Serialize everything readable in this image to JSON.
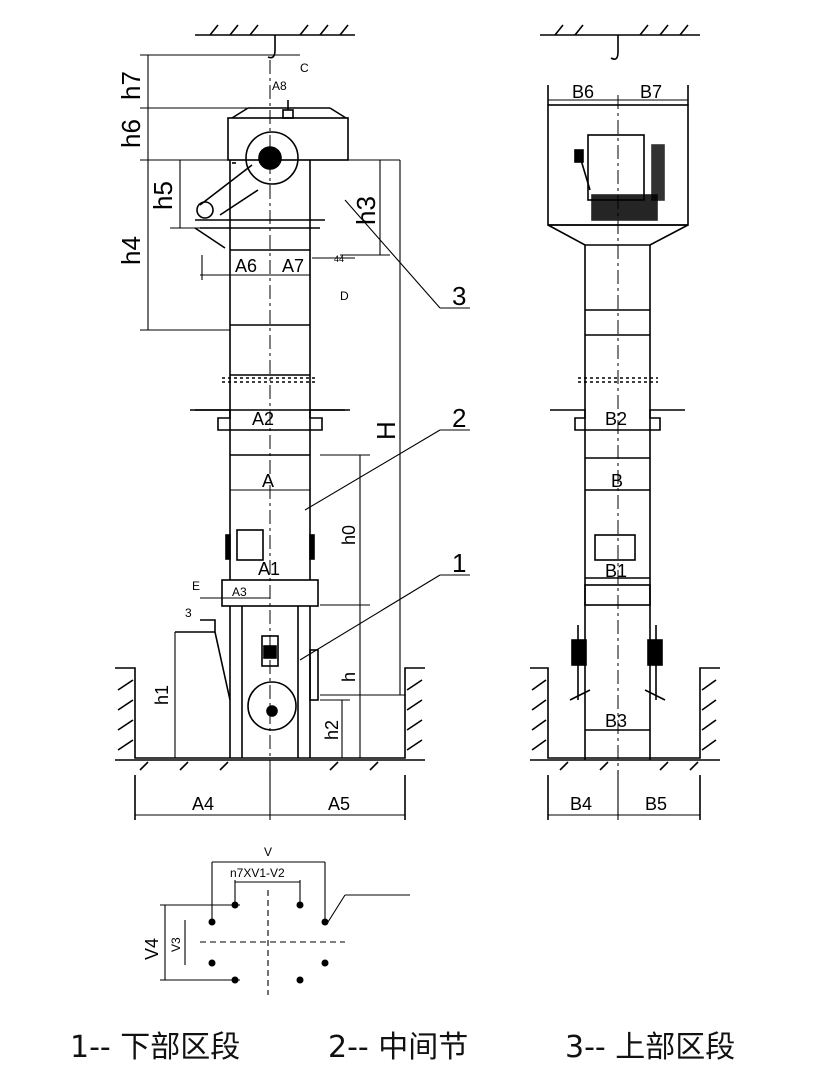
{
  "labels": {
    "h7": "h7",
    "h6": "h6",
    "h5": "h5",
    "h4": "h4",
    "h3": "h3",
    "h0": "h0",
    "h": "h",
    "h1": "h1",
    "h2": "h2",
    "H": "H",
    "A8": "A8",
    "C": "C",
    "D": "D",
    "E": "E",
    "A6": "A6",
    "A7": "A7",
    "A44": "44",
    "A2": "A2",
    "A": "A",
    "A1": "A1",
    "A3": "A3",
    "A4": "A4",
    "A5": "A5",
    "B6": "B6",
    "B7": "B7",
    "B2": "B2",
    "B": "B",
    "B1": "B1",
    "B3": "B3",
    "B4": "B4",
    "B5": "B5",
    "callout1": "1",
    "callout2": "2",
    "callout3": "3",
    "small3": "3",
    "V": "V",
    "V4": "V4",
    "V3": "V3",
    "nxv": "n7XV1-V2"
  },
  "captions": {
    "part1": "1-- 下部区段",
    "part2": "2-- 中间节",
    "part3": "3-- 上部区段"
  }
}
